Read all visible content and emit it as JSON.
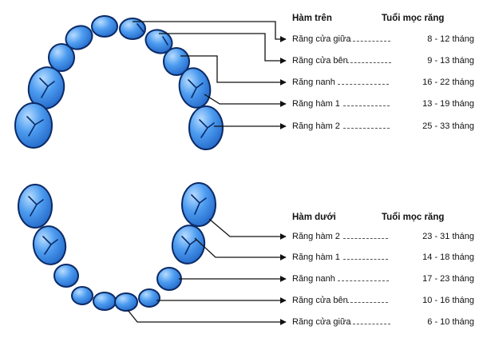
{
  "upper": {
    "title": "Hàm trên",
    "age_header": "Tuổi mọc răng",
    "rows": [
      {
        "name": "Răng cửa giữa",
        "months": "8 - 12 tháng"
      },
      {
        "name": "Răng cửa bên",
        "months": "9 - 13 tháng"
      },
      {
        "name": "Răng nanh",
        "months": "16 - 22 tháng"
      },
      {
        "name": "Răng hàm 1",
        "months": "13 - 19 tháng"
      },
      {
        "name": "Răng hàm 2",
        "months": "25 - 33 tháng"
      }
    ]
  },
  "lower": {
    "title": "Hàm dưới",
    "age_header": "Tuổi mọc răng",
    "rows": [
      {
        "name": "Răng hàm 2",
        "months": "23 - 31 tháng"
      },
      {
        "name": "Răng hàm 1",
        "months": "14 - 18 tháng"
      },
      {
        "name": "Răng nanh",
        "months": "17 - 23 tháng"
      },
      {
        "name": "Răng cửa bên",
        "months": "10 - 16 tháng"
      },
      {
        "name": "Răng cửa giữa",
        "months": "6 - 10 tháng"
      }
    ]
  },
  "colors": {
    "tooth_fill": "#3f8fe6",
    "tooth_highlight": "#a9d6ff",
    "tooth_outline": "#0b2a66",
    "line": "#111111"
  }
}
